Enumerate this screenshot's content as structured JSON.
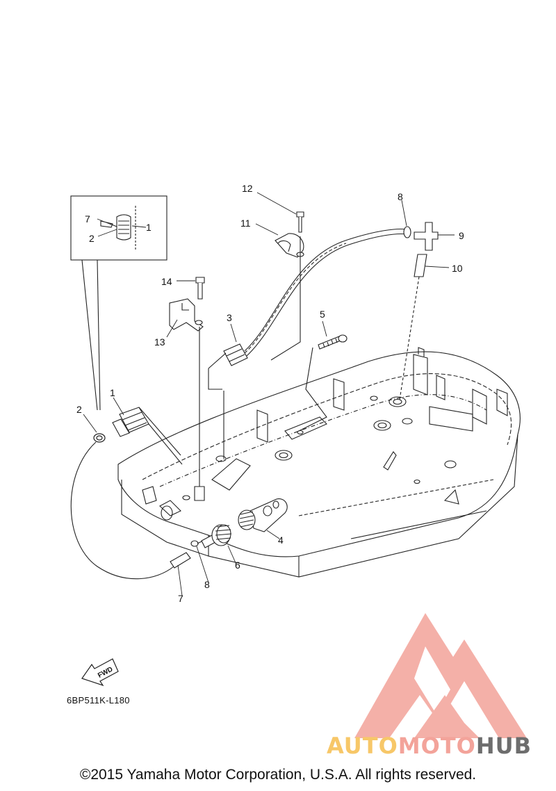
{
  "diagram": {
    "callouts": [
      {
        "id": "c-12",
        "text": "12"
      },
      {
        "id": "c-11",
        "text": "11"
      },
      {
        "id": "c-8a",
        "text": "8"
      },
      {
        "id": "c-9",
        "text": "9"
      },
      {
        "id": "c-10",
        "text": "10"
      },
      {
        "id": "c-14",
        "text": "14"
      },
      {
        "id": "c-13",
        "text": "13"
      },
      {
        "id": "c-3",
        "text": "3"
      },
      {
        "id": "c-5",
        "text": "5"
      },
      {
        "id": "c-1",
        "text": "1"
      },
      {
        "id": "c-2",
        "text": "2"
      },
      {
        "id": "c-4",
        "text": "4"
      },
      {
        "id": "c-6",
        "text": "6"
      },
      {
        "id": "c-8b",
        "text": "8"
      },
      {
        "id": "c-7",
        "text": "7"
      },
      {
        "id": "inset-7",
        "text": "7"
      },
      {
        "id": "inset-2",
        "text": "2"
      },
      {
        "id": "inset-1",
        "text": "1"
      }
    ],
    "fwd_label": "FWD",
    "diagram_code": "6BP511K-L180"
  },
  "watermark": {
    "brand_auto": "AUTO",
    "brand_moto": "MOTO",
    "brand_hub": "HUB",
    "colors": {
      "triangle": "#f3a39a",
      "auto": "#f7c768",
      "hub": "#6d6d6d"
    }
  },
  "footer": {
    "copyright": "©2015 Yamaha Motor Corporation, U.S.A. All rights reserved."
  }
}
